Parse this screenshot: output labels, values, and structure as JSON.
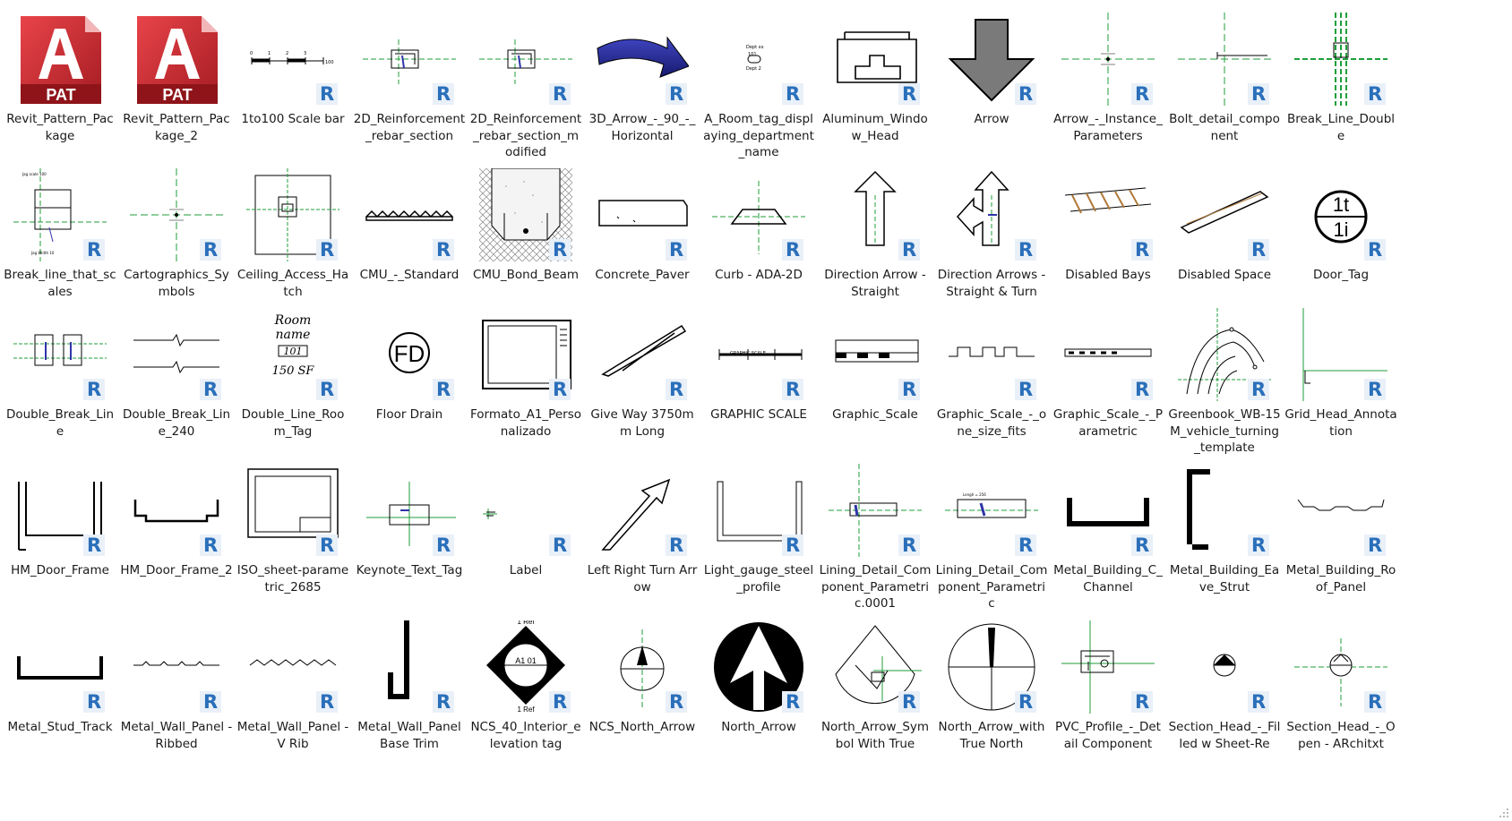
{
  "colors": {
    "revit_badge": "#2a6fba",
    "pat_red": "#c8262c",
    "green_ref": "#1f9e3a",
    "blue_accent": "#2f35a8"
  },
  "items": [
    {
      "label": "Revit_Pattern_Package",
      "icon": "pat-file-icon",
      "kind": "pat"
    },
    {
      "label": "Revit_Pattern_Package_2",
      "icon": "pat-file-icon",
      "kind": "pat"
    },
    {
      "label": "1to100 Scale bar",
      "icon": "scale-bar-icon",
      "kind": "rfa"
    },
    {
      "label": "2D_Reinforcement_rebar_section",
      "icon": "rebar-section-icon",
      "kind": "rfa"
    },
    {
      "label": "2D_Reinforcement_rebar_section_modified",
      "icon": "rebar-section-icon",
      "kind": "rfa"
    },
    {
      "label": "3D_Arrow_-_90_-_Horizontal",
      "icon": "curved-arrow-icon",
      "kind": "rfa"
    },
    {
      "label": "A_Room_tag_displaying_department_name",
      "icon": "room-tag-icon",
      "kind": "rfa"
    },
    {
      "label": "Aluminum_Window_Head",
      "icon": "window-head-icon",
      "kind": "rfa"
    },
    {
      "label": "Arrow",
      "icon": "down-arrow-icon",
      "kind": "rfa"
    },
    {
      "label": "Arrow_-_Instance_Parameters",
      "icon": "crosshair-icon",
      "kind": "rfa"
    },
    {
      "label": "Bolt_detail_component",
      "icon": "bolt-detail-icon",
      "kind": "rfa"
    },
    {
      "label": "Break_Line_Double",
      "icon": "break-line-icon",
      "kind": "rfa"
    },
    {
      "label": "Break_line_that_scales",
      "icon": "break-line-scales-icon",
      "kind": "rfa"
    },
    {
      "label": "Cartographics_Symbols",
      "icon": "crosshair-icon",
      "kind": "rfa"
    },
    {
      "label": "Ceiling_Access_Hatch",
      "icon": "hatch-icon",
      "kind": "rfa"
    },
    {
      "label": "CMU_-_Standard",
      "icon": "cmu-icon",
      "kind": "rfa"
    },
    {
      "label": "CMU_Bond_Beam",
      "icon": "bond-beam-icon",
      "kind": "rfa"
    },
    {
      "label": "Concrete_Paver",
      "icon": "paver-icon",
      "kind": "rfa"
    },
    {
      "label": "Curb - ADA-2D",
      "icon": "curb-icon",
      "kind": "rfa"
    },
    {
      "label": "Direction Arrow - Straight",
      "icon": "up-arrow-icon",
      "kind": "rfa"
    },
    {
      "label": "Direction Arrows - Straight & Turn",
      "icon": "turn-arrow-icon",
      "kind": "rfa"
    },
    {
      "label": "Disabled Bays",
      "icon": "bays-icon",
      "kind": "rfa"
    },
    {
      "label": "Disabled Space",
      "icon": "space-icon",
      "kind": "rfa"
    },
    {
      "label": "Door_Tag",
      "icon": "door-tag-icon",
      "kind": "rfa"
    },
    {
      "label": "Double_Break_Line",
      "icon": "double-break-icon",
      "kind": "rfa"
    },
    {
      "label": "Double_Break_Line_240",
      "icon": "double-break-240-icon",
      "kind": "rfa"
    },
    {
      "label": "Double_Line_Room_Tag",
      "icon": "room-tag-text-icon",
      "kind": "rfa",
      "art": {
        "room": "Room",
        "name": "name",
        "num": "101",
        "area": "150 SF"
      }
    },
    {
      "label": "Floor Drain",
      "icon": "floor-drain-icon",
      "kind": "rfa",
      "art": {
        "fd": "FD"
      }
    },
    {
      "label": "Formato_A1_Personalizado",
      "icon": "sheet-icon",
      "kind": "rfa"
    },
    {
      "label": "Give Way 3750mm Long",
      "icon": "give-way-icon",
      "kind": "rfa"
    },
    {
      "label": "GRAPHIC SCALE",
      "icon": "graphic-scale-icon",
      "kind": "rfa"
    },
    {
      "label": "Graphic_Scale",
      "icon": "graphic-scale-bar-icon",
      "kind": "rfa"
    },
    {
      "label": "Graphic_Scale_-_one_size_fits",
      "icon": "square-wave-icon",
      "kind": "rfa"
    },
    {
      "label": "Graphic_Scale_-_Parametric",
      "icon": "scale-param-icon",
      "kind": "rfa"
    },
    {
      "label": "Greenbook_WB-15M_vehicle_turning_template",
      "icon": "turning-template-icon",
      "kind": "rfa"
    },
    {
      "label": "Grid_Head_Annotation",
      "icon": "grid-head-icon",
      "kind": "rfa"
    },
    {
      "label": "HM_Door_Frame",
      "icon": "door-frame-icon",
      "kind": "rfa"
    },
    {
      "label": "HM_Door_Frame_2",
      "icon": "door-frame-2-icon",
      "kind": "rfa"
    },
    {
      "label": "ISO_sheet-parametric_2685",
      "icon": "iso-sheet-icon",
      "kind": "rfa"
    },
    {
      "label": "Keynote_Text_Tag",
      "icon": "keynote-icon",
      "kind": "rfa"
    },
    {
      "label": "Label",
      "icon": "label-icon",
      "kind": "rfa"
    },
    {
      "label": "Left Right Turn Arrow",
      "icon": "lr-turn-arrow-icon",
      "kind": "rfa"
    },
    {
      "label": "Light_gauge_steel_profile",
      "icon": "steel-profile-icon",
      "kind": "rfa"
    },
    {
      "label": "Lining_Detail_Component_Parametric.0001",
      "icon": "lining-icon",
      "kind": "rfa"
    },
    {
      "label": "Lining_Detail_Component_Parametric",
      "icon": "lining-2-icon",
      "kind": "rfa"
    },
    {
      "label": "Metal_Building_C_Channel",
      "icon": "c-channel-icon",
      "kind": "rfa"
    },
    {
      "label": "Metal_Building_Eave_Strut",
      "icon": "eave-strut-icon",
      "kind": "rfa"
    },
    {
      "label": "Metal_Building_Roof_Panel",
      "icon": "roof-panel-icon",
      "kind": "rfa"
    },
    {
      "label": "Metal_Stud_Track",
      "icon": "stud-track-icon",
      "kind": "rfa"
    },
    {
      "label": "Metal_Wall_Panel - Ribbed",
      "icon": "ribbed-panel-icon",
      "kind": "rfa"
    },
    {
      "label": "Metal_Wall_Panel - V Rib",
      "icon": "vrib-panel-icon",
      "kind": "rfa"
    },
    {
      "label": "Metal_Wall_Panel Base Trim",
      "icon": "base-trim-icon",
      "kind": "rfa"
    },
    {
      "label": "NCS_40_Interior_elevation tag",
      "icon": "elevation-tag-icon",
      "kind": "rfa",
      "art": {
        "ref": "1 Ref",
        "sheet": "A1 01"
      }
    },
    {
      "label": "NCS_North_Arrow",
      "icon": "north-arrow-circle-icon",
      "kind": "rfa"
    },
    {
      "label": "North_Arrow",
      "icon": "north-arrow-solid-icon",
      "kind": "rfa"
    },
    {
      "label": "North_Arrow_Symbol With True",
      "icon": "north-arrow-symbol-icon",
      "kind": "rfa"
    },
    {
      "label": "North_Arrow_with True North",
      "icon": "north-arrow-true-icon",
      "kind": "rfa"
    },
    {
      "label": "PVC_Profile_-_Detail Component",
      "icon": "pvc-profile-icon",
      "kind": "rfa"
    },
    {
      "label": "Section_Head_-_Filled w Sheet-Re",
      "icon": "section-head-filled-icon",
      "kind": "rfa"
    },
    {
      "label": "Section_Head_-_Open - ARchitxt",
      "icon": "section-head-open-icon",
      "kind": "rfa"
    }
  ],
  "badge_letter": "R",
  "pat_text": "PAT"
}
